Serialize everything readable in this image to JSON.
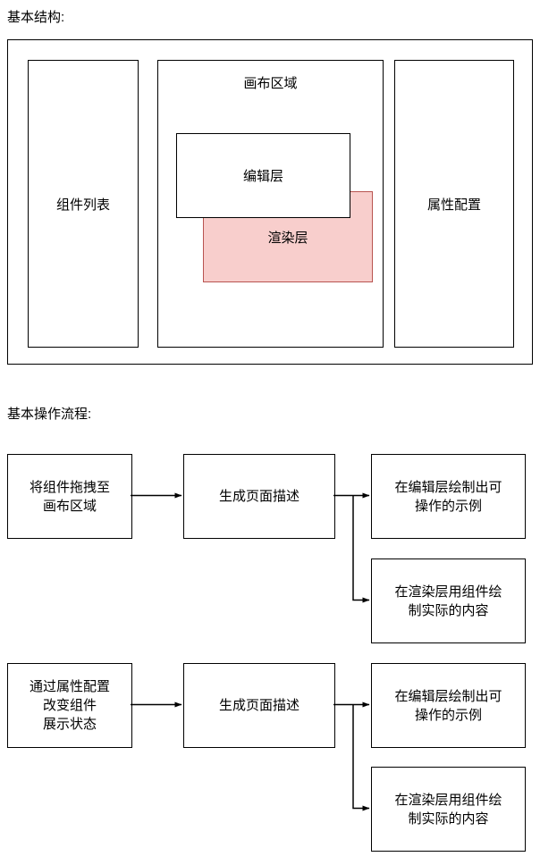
{
  "section_structure": {
    "title": "基本结构:",
    "component_list": "组件列表",
    "canvas_title": "画布区域",
    "edit_layer": "编辑层",
    "render_layer": "渲染层",
    "property_config": "属性配置"
  },
  "section_flow": {
    "title": "基本操作流程:",
    "flow1": {
      "step1": "将组件拖拽至\n画布区域",
      "step2": "生成页面描述",
      "branch1": "在编辑层绘制出可\n操作的示例",
      "branch2": "在渲染层用组件绘\n制实际的内容"
    },
    "flow2": {
      "step1": "通过属性配置\n改变组件\n展示状态",
      "step2": "生成页面描述",
      "branch1": "在编辑层绘制出可\n操作的示例",
      "branch2": "在渲染层用组件绘\n制实际的内容"
    }
  },
  "colors": {
    "render_layer_fill": "#f8cecc",
    "render_layer_stroke": "#b85450",
    "line_color": "#000000"
  }
}
